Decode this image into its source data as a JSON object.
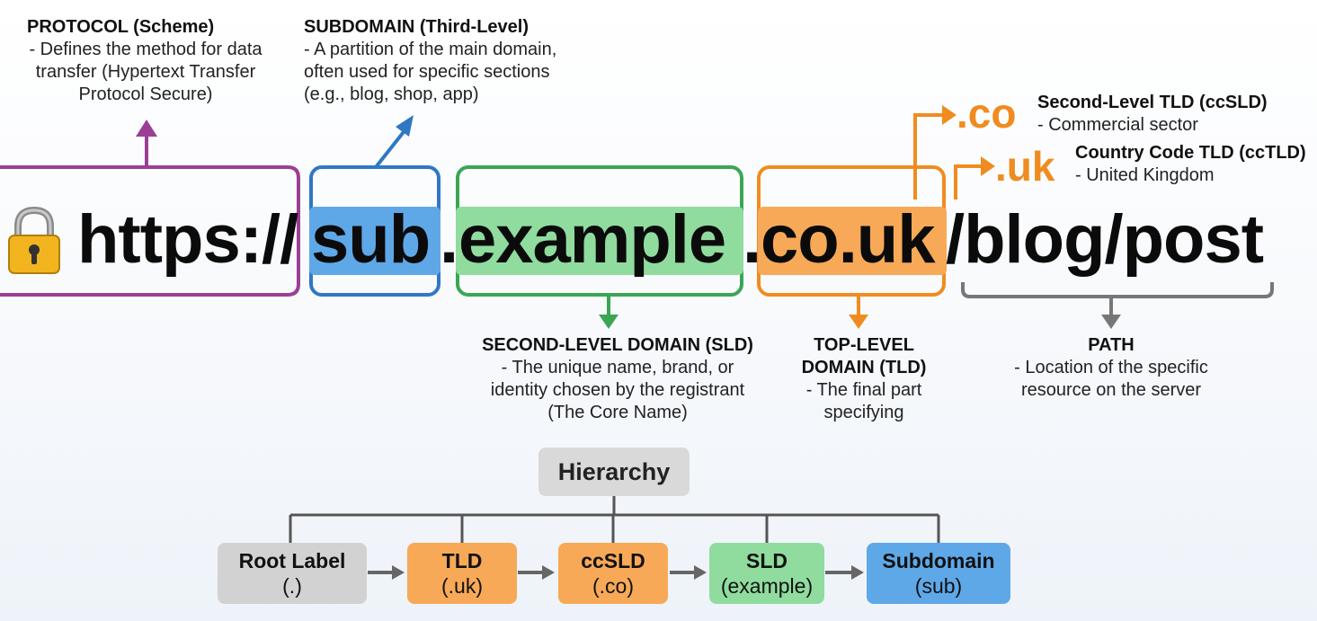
{
  "annotations": {
    "protocol": {
      "title": "PROTOCOL (Scheme)",
      "lines": [
        "- Defines the method for data",
        "transfer (Hypertext Transfer",
        "Protocol Secure)"
      ]
    },
    "subdomain": {
      "title": "SUBDOMAIN (Third-Level)",
      "lines": [
        "- A partition of the main domain,",
        "often used for specific sections",
        "(e.g., blog, shop, app)"
      ]
    },
    "ccsld": {
      "short": ".co",
      "title": "Second-Level TLD (ccSLD)",
      "desc": "- Commercial sector"
    },
    "cctld": {
      "short": ".uk",
      "title": "Country Code TLD (ccTLD)",
      "desc": "- United Kingdom"
    },
    "sld": {
      "title": "SECOND-LEVEL DOMAIN (SLD)",
      "lines": [
        "- The unique name, brand, or",
        "identity chosen by the registrant",
        "(The Core Name)"
      ]
    },
    "tld": {
      "title_lines": [
        "TOP-LEVEL",
        "DOMAIN (TLD)"
      ],
      "lines": [
        "- The final part",
        "specifying"
      ]
    },
    "path": {
      "title": "PATH",
      "lines": [
        "- Location of the specific",
        "resource on the server"
      ]
    }
  },
  "url": {
    "scheme": "https://",
    "sub": "sub",
    "dot1": ".",
    "sld": "example",
    "dot2": ".",
    "tld": "co.uk",
    "path": "/blog/post"
  },
  "hierarchy": {
    "title": "Hierarchy",
    "nodes": [
      {
        "label": "Root Label",
        "sub": "(.)"
      },
      {
        "label": "TLD",
        "sub": "(.uk)"
      },
      {
        "label": "ccSLD",
        "sub": "(.co)"
      },
      {
        "label": "SLD",
        "sub": "(example)"
      },
      {
        "label": "Subdomain",
        "sub": "(sub)"
      }
    ]
  },
  "colors": {
    "protocol": "#9b3f96",
    "subdomain": "#2f78c4",
    "sld": "#3aa655",
    "tld": "#f08c1f",
    "path": "#777777",
    "sub_fill": "#5fa8e8",
    "sld_fill": "#8fdc9e",
    "tld_fill": "#f7a957",
    "root_fill": "#d2d2d2"
  },
  "icons": [
    "lock-icon"
  ]
}
